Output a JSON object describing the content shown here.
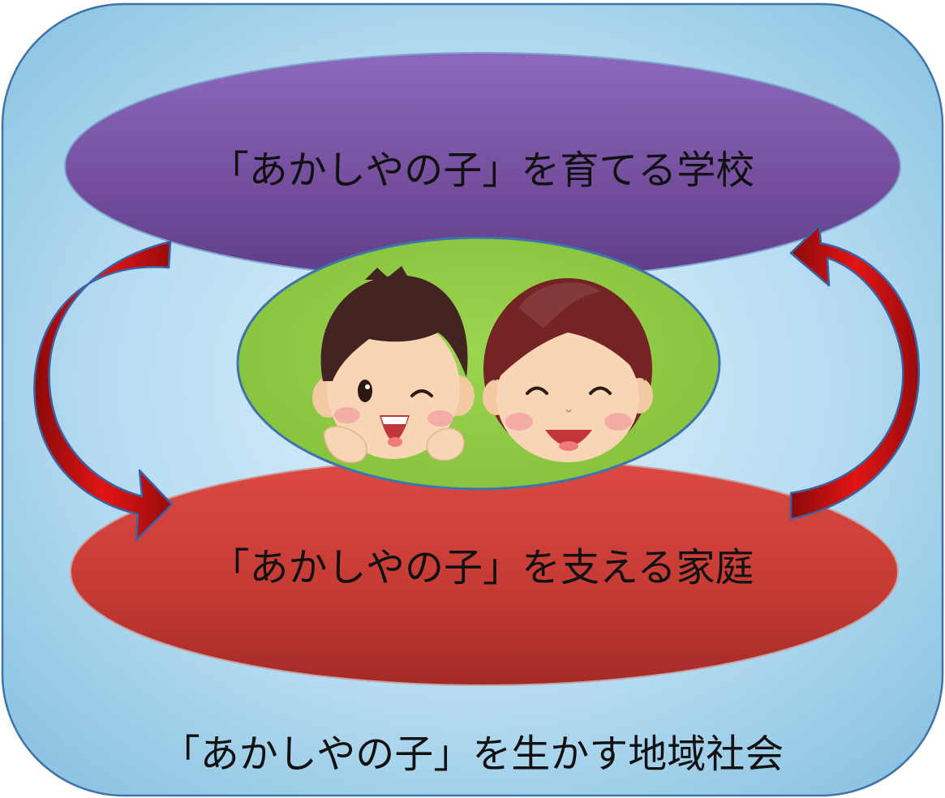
{
  "diagram": {
    "school_label": "「あかしやの子」を育てる学校",
    "home_label": "「あかしやの子」を支える家庭",
    "community_label": "「あかしやの子」を生かす地域社会"
  },
  "colors": {
    "background_top": "#d8eef8",
    "background_bottom": "#8fc6e2",
    "frame_border": "#3f74a8",
    "school_ellipse": "#7a55a8",
    "home_ellipse": "#c93a35",
    "children_ellipse": "#92cc45",
    "arrow": "#d40d0d"
  },
  "icons": {
    "child_boy": "boy-face-illustration",
    "child_girl": "girl-face-illustration",
    "cycle_arrows": "curved-arrows"
  }
}
